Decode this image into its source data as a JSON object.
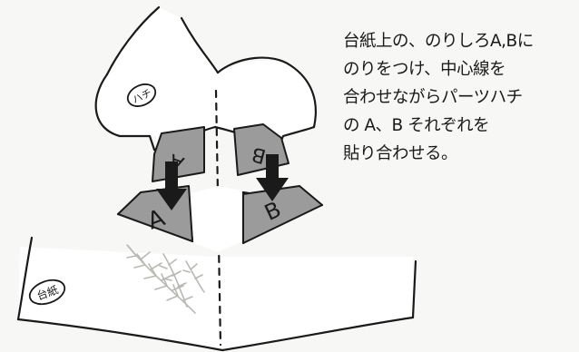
{
  "labels": {
    "part_bee": "ハチ",
    "base_paper": "台紙",
    "upper_a": "A",
    "upper_b": "B",
    "lower_a": "A",
    "lower_b": "B"
  },
  "instructions": [
    "台紙上の、のりしろA,Bに",
    "のりをつけ、中心線を",
    "合わせながらパーツハチ",
    "の A、B それぞれを",
    "貼り合わせる。"
  ],
  "colors": {
    "ink": "#1a1a1a",
    "glue_tab": "#9b9b9b",
    "paper": "#ffffff",
    "plant_illustration": "#b9b9b3"
  }
}
